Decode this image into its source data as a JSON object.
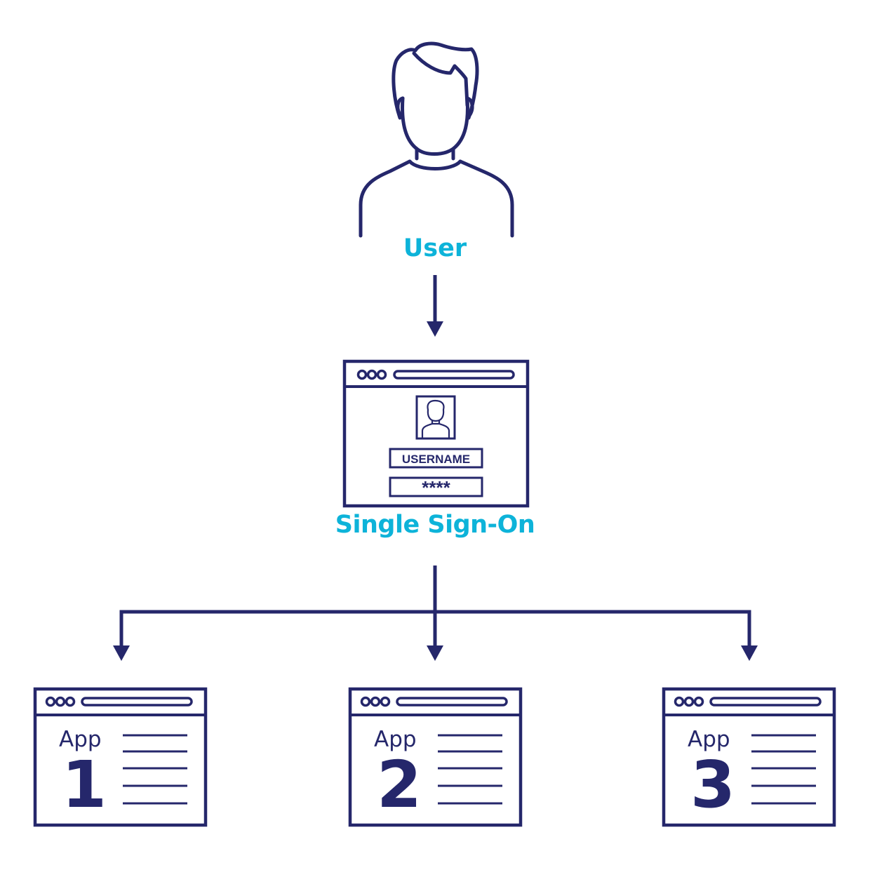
{
  "colors": {
    "navy": "#25276b",
    "accent": "#0db3d9",
    "background": "#ffffff"
  },
  "user": {
    "label": "User",
    "icon": "person-outline-icon"
  },
  "sso": {
    "label": "Single Sign-On",
    "username_field": "USERNAME",
    "password_field": "****",
    "avatar_icon": "user-portrait-icon"
  },
  "apps": [
    {
      "word": "App",
      "number": "1"
    },
    {
      "word": "App",
      "number": "2"
    },
    {
      "word": "App",
      "number": "3"
    }
  ]
}
